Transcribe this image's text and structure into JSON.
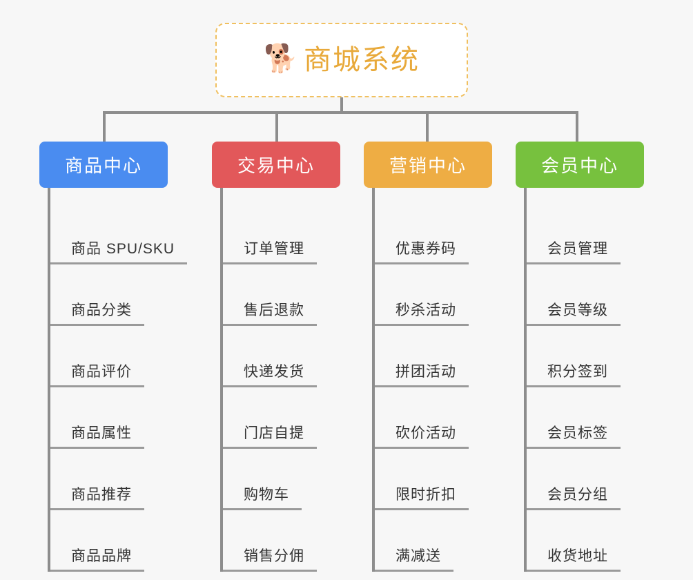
{
  "root": {
    "icon": "shiba-dog-face-emoji",
    "icon_glyph": "🐕",
    "title": "商城系统"
  },
  "theme": {
    "background": "#f7f7f7",
    "root_border": "#f0c060",
    "root_text": "#e8a93a",
    "connector": "#8d8d8d",
    "leaf_text": "#333333",
    "leaf_underline": "#9a9a9a"
  },
  "categories": [
    {
      "label": "商品中心",
      "color": "#4a8cf0",
      "items": [
        "商品 SPU/SKU",
        "商品分类",
        "商品评价",
        "商品属性",
        "商品推荐",
        "商品品牌"
      ]
    },
    {
      "label": "交易中心",
      "color": "#e2585a",
      "items": [
        "订单管理",
        "售后退款",
        "快递发货",
        "门店自提",
        "购物车",
        "销售分佣"
      ]
    },
    {
      "label": "营销中心",
      "color": "#eead44",
      "items": [
        "优惠券码",
        "秒杀活动",
        "拼团活动",
        "砍价活动",
        "限时折扣",
        "满减送"
      ]
    },
    {
      "label": "会员中心",
      "color": "#77c13e",
      "items": [
        "会员管理",
        "会员等级",
        "积分签到",
        "会员标签",
        "会员分组",
        "收货地址"
      ]
    }
  ]
}
